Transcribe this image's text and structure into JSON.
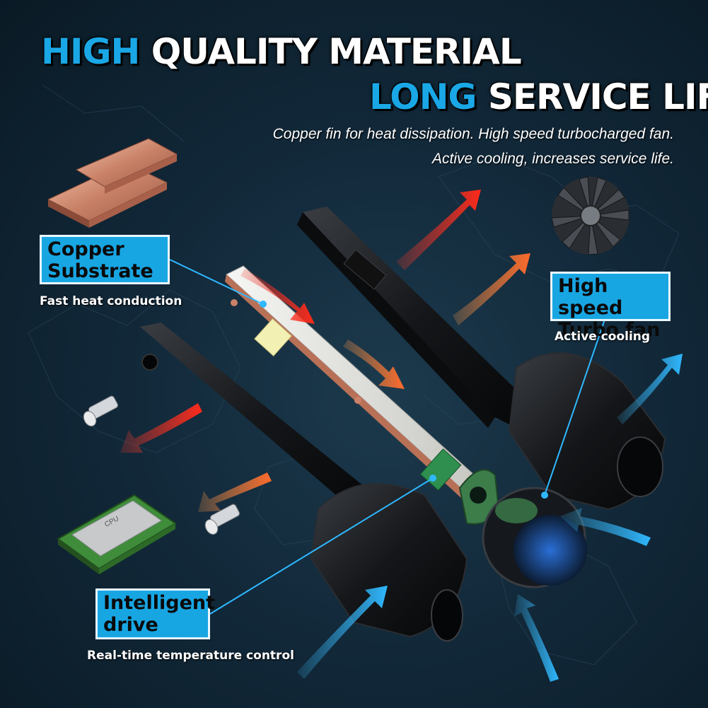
{
  "headline": {
    "line1_highlight": "HIGH",
    "line1_rest": "QUALITY MATERIAL",
    "line2_highlight": "LONG",
    "line2_rest": "SERVICE LIFE"
  },
  "subheading": {
    "line1": "Copper fin for heat dissipation. High speed turbocharged fan.",
    "line2": "Active cooling, increases service life."
  },
  "callouts": {
    "copper": {
      "title_line1": "Copper",
      "title_line2": "Substrate",
      "caption": "Fast heat conduction"
    },
    "fan": {
      "title_line1": "High speed",
      "title_line2": "Turbo fan",
      "caption": "Active cooling"
    },
    "drive": {
      "title_line1": "Intelligent",
      "title_line2": "drive",
      "caption": "Real-time temperature control"
    }
  },
  "colors": {
    "accent_blue": "#1aa7e6",
    "background": "#12293a",
    "heat_arrow": "#e8392c",
    "cool_arrow": "#3ab4f0"
  }
}
